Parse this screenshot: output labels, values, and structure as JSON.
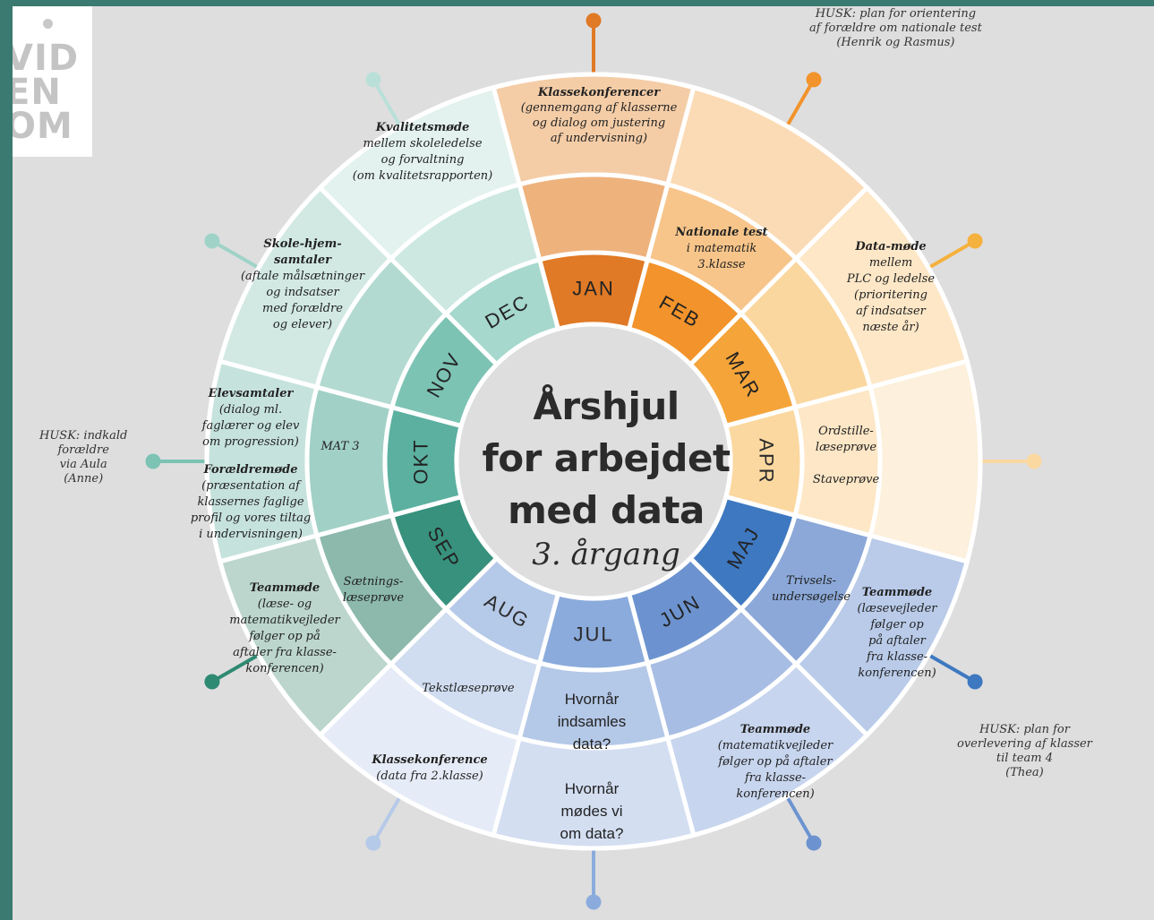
{
  "title": {
    "line1": "Årshjul",
    "line2": "for arbejdet",
    "line3": "med data",
    "subtitle": "3. årgang"
  },
  "logo": [
    "VID",
    "EN",
    "OM"
  ],
  "months": [
    {
      "label": "JAN",
      "color": "#e07a26",
      "mid": "#eeb27c",
      "outer": "#f4cda7"
    },
    {
      "label": "FEB",
      "color": "#f2932b",
      "mid": "#f7c58a",
      "outer": "#fbdbb5"
    },
    {
      "label": "MAR",
      "color": "#f5a43a",
      "mid": "#fad79f",
      "outer": "#fde7c7"
    },
    {
      "label": "APR",
      "color": "#fbd8a0",
      "mid": "#fde7c6",
      "outer": "#fdf0dc"
    },
    {
      "label": "MAJ",
      "color": "#3e78c0",
      "mid": "#8ba8d8",
      "outer": "#b9cbe9"
    },
    {
      "label": "JUN",
      "color": "#6c93cf",
      "mid": "#a7bde3",
      "outer": "#c7d5ee"
    },
    {
      "label": "JUL",
      "color": "#8aabdc",
      "mid": "#b4c8e7",
      "outer": "#d3def1"
    },
    {
      "label": "AUG",
      "color": "#b5c9e8",
      "mid": "#d0dcf0",
      "outer": "#e6ecf7"
    },
    {
      "label": "SEP",
      "color": "#37917c",
      "mid": "#8cb9ac",
      "outer": "#bcd6cd"
    },
    {
      "label": "OKT",
      "color": "#5bb0a0",
      "mid": "#a1d0c6",
      "outer": "#c6e2dc"
    },
    {
      "label": "NOV",
      "color": "#7cc3b4",
      "mid": "#b3dad1",
      "outer": "#d2e9e3"
    },
    {
      "label": "DEC",
      "color": "#a6d8cd",
      "mid": "#cce8e1",
      "outer": "#e3f2ee"
    }
  ],
  "month_texts": {
    "jan": {
      "bold": "Klassekonferencer",
      "body": "(gennemgang af klasserne\nog dialog om justering\naf undervisning)"
    },
    "feb": {
      "bold": "Nationale test",
      "body": "i matematik\n3.klasse"
    },
    "mar": {
      "bold": "Data-møde",
      "body": "mellem\nPLC og ledelse\n(prioritering\naf indsatser\nnæste år)"
    },
    "apr": {
      "body": "Ordstille-\nlæseprøve\n\nStaveprøve"
    },
    "maj_mid": {
      "body": "Trivsels-\nundersøgelse"
    },
    "maj_outer": {
      "bold": "Teammøde",
      "body": "(læsevejleder\nfølger op\npå aftaler\nfra klasse-\nkonferencen)"
    },
    "jun": {
      "bold": "Teammøde",
      "body": "(matematikvejleder\nfølger op på aftaler\nfra klasse-\nkonferencen)"
    },
    "jul_q1": "Hvornår\nindsamles\ndata?",
    "jul_q2": "Hvornår\nmødes vi\nom data?",
    "aug_mid": {
      "body": "Tekstlæseprøve"
    },
    "aug_outer": {
      "bold": "Klassekonference",
      "body": "(data fra 2.klasse)"
    },
    "sep_mid": {
      "body": "Sætnings-\nlæseprøve"
    },
    "sep_outer": {
      "bold": "Teammøde",
      "body": "(læse- og\nmatematikvejleder\nfølger op på\naftaler fra klasse-\nkonferencen)"
    },
    "okt_mid": {
      "body": "MAT 3"
    },
    "okt_outer1": {
      "bold": "Elevsamtaler",
      "body": "(dialog ml.\nfaglærer og elev\nom progression)"
    },
    "okt_outer2": {
      "bold": "Forældremøde",
      "body": "(præsentation af\nklassernes faglige\nprofil og vores tiltag\ni undervisningen)"
    },
    "nov": {
      "bold": "Skole-hjem-\nsamtaler",
      "body": "(aftale målsætninger\nog indsatser\nmed forældre\nog elever)"
    },
    "dec": {
      "bold": "Kvalitetsmøde",
      "body": "mellem skoleledelse\nog forvaltning\n(om kvalitetsrapporten)"
    }
  },
  "notes": {
    "top": "HUSK: plan for orientering\naf forældre om nationale test\n(Henrik og Rasmus)",
    "left": "HUSK: indkald\nforældre\nvia Aula\n(Anne)",
    "right": "HUSK: plan for\noverlevering af klasser\ntil team 4\n(Thea)"
  },
  "pins": [
    {
      "color": "#e07a26"
    },
    {
      "color": "#f2932b"
    },
    {
      "color": "#f5b13d"
    },
    {
      "color": "#fbd8a0"
    },
    {
      "color": "#3e78c0"
    },
    {
      "color": "#6c93cf"
    },
    {
      "color": "#8aabdc"
    },
    {
      "color": "#b5c9e8"
    },
    {
      "color": "#2e8a72"
    },
    {
      "color": "#7cc3b4"
    },
    {
      "color": "#9fd3c8"
    },
    {
      "color": "#b9e0d8"
    }
  ]
}
